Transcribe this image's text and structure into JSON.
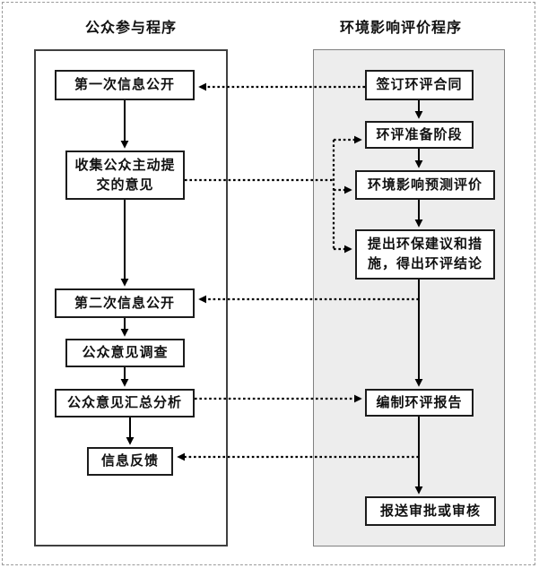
{
  "diagram": {
    "left": {
      "title": "公众参与程序",
      "nodes": [
        "第一次信息公开",
        "收集公众主动提\n交的意见",
        "第二次信息公开",
        "公众意见调查",
        "公众意见汇总分析",
        "信息反馈"
      ]
    },
    "right": {
      "title": "环境影响评价程序",
      "nodes": [
        "签订环评合同",
        "环评准备阶段",
        "环境影响预测评价",
        "提出环保建议和措\n施，得出环评结论",
        "编制环评报告",
        "报送审批或审核"
      ]
    },
    "colors": {
      "line": "#000000",
      "box_border": "#1c1c1c",
      "left_container_border": "#404040",
      "right_panel_bg": "#ededed",
      "right_panel_border": "#808080",
      "page_border": "#9a9a9a"
    }
  }
}
